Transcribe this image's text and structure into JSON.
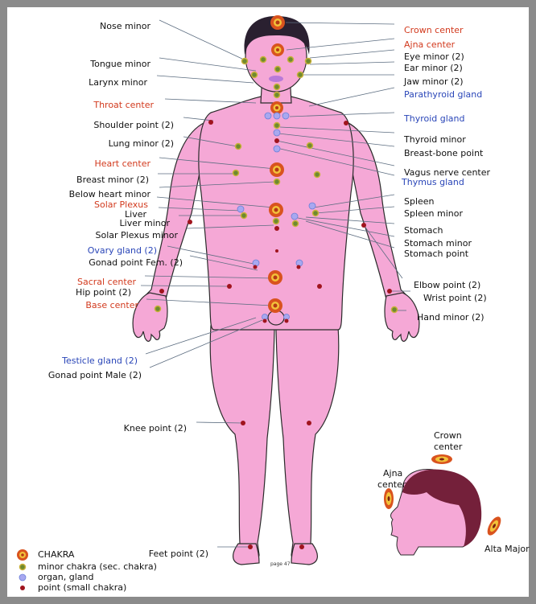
{
  "labels_left": [
    {
      "key": "nose_minor",
      "text": "Nose minor",
      "color": "black"
    },
    {
      "key": "tongue_minor",
      "text": "Tongue minor",
      "color": "black"
    },
    {
      "key": "larynx_minor",
      "text": "Larynx minor",
      "color": "black"
    },
    {
      "key": "throat_center",
      "text": "Throat center",
      "color": "red"
    },
    {
      "key": "shoulder_point",
      "text": "Shoulder point (2)",
      "color": "black"
    },
    {
      "key": "lung_minor",
      "text": "Lung minor (2)",
      "color": "black"
    },
    {
      "key": "heart_center",
      "text": "Heart center",
      "color": "red"
    },
    {
      "key": "breast_minor",
      "text": "Breast minor (2)",
      "color": "black"
    },
    {
      "key": "below_heart_minor",
      "text": "Below heart minor",
      "color": "black"
    },
    {
      "key": "solar_plexus",
      "text": "Solar Plexus",
      "color": "red"
    },
    {
      "key": "liver",
      "text": "Liver",
      "color": "black"
    },
    {
      "key": "liver_minor",
      "text": "Liver minor",
      "color": "black"
    },
    {
      "key": "solar_plexus_minor",
      "text": "Solar Plexus minor",
      "color": "black"
    },
    {
      "key": "ovary_gland",
      "text": "Ovary gland (2)",
      "color": "blue"
    },
    {
      "key": "gonad_point_fem",
      "text": "Gonad point Fem. (2)",
      "color": "black"
    },
    {
      "key": "sacral_center",
      "text": "Sacral center",
      "color": "red"
    },
    {
      "key": "hip_point",
      "text": "Hip point (2)",
      "color": "black"
    },
    {
      "key": "base_center",
      "text": "Base center",
      "color": "red"
    },
    {
      "key": "testicle_gland",
      "text": "Testicle gland (2)",
      "color": "blue"
    },
    {
      "key": "gonad_point_male",
      "text": "Gonad point Male (2)",
      "color": "black"
    },
    {
      "key": "knee_point",
      "text": "Knee point (2)",
      "color": "black"
    },
    {
      "key": "feet_point",
      "text": "Feet point (2)",
      "color": "black"
    }
  ],
  "labels_right": [
    {
      "key": "crown_center",
      "text": "Crown center",
      "color": "red"
    },
    {
      "key": "ajna_center",
      "text": "Ajna center",
      "color": "red"
    },
    {
      "key": "eye_minor",
      "text": "Eye minor (2)",
      "color": "black"
    },
    {
      "key": "ear_minor",
      "text": "Ear minor (2)",
      "color": "black"
    },
    {
      "key": "jaw_minor",
      "text": "Jaw minor (2)",
      "color": "black"
    },
    {
      "key": "parathyroid_gland",
      "text": "Parathyroid gland",
      "color": "blue"
    },
    {
      "key": "thyroid_gland",
      "text": "Thyroid gland",
      "color": "blue"
    },
    {
      "key": "thyroid_minor",
      "text": "Thyroid minor",
      "color": "black"
    },
    {
      "key": "breast_bone_point",
      "text": "Breast-bone point",
      "color": "black"
    },
    {
      "key": "vagus_nerve_center",
      "text": "Vagus nerve center",
      "color": "black"
    },
    {
      "key": "thymus_gland",
      "text": "Thymus gland",
      "color": "blue"
    },
    {
      "key": "spleen",
      "text": "Spleen",
      "color": "black"
    },
    {
      "key": "spleen_minor",
      "text": "Spleen minor",
      "color": "black"
    },
    {
      "key": "stomach",
      "text": "Stomach",
      "color": "black"
    },
    {
      "key": "stomach_minor",
      "text": "Stomach minor",
      "color": "black"
    },
    {
      "key": "stomach_point",
      "text": "Stomach point",
      "color": "black"
    },
    {
      "key": "elbow_point",
      "text": "Elbow point (2)",
      "color": "black"
    },
    {
      "key": "wrist_point",
      "text": "Wrist point (2)",
      "color": "black"
    },
    {
      "key": "hand_minor",
      "text": "Hand minor (2)",
      "color": "black"
    }
  ],
  "inset": {
    "crown_line1": "Crown",
    "crown_line2": "center",
    "ajna_line1": "Ajna",
    "ajna_line2": "center",
    "alta_major": "Alta Major"
  },
  "legend": {
    "chakra": "CHAKRA",
    "minor": "minor chakra (sec. chakra)",
    "organ": "organ, gland",
    "point": "point (small chakra)"
  },
  "page_label": "page 47",
  "colors": {
    "skin": "#f5a8d6",
    "skin_outline": "#2b2b2b",
    "hair": "#2a2030",
    "chakra_outer": "#d9531e",
    "chakra_ring": "#f2c23a",
    "minor_fill": "#6f8a2e",
    "organ_fill": "#a8a8f0",
    "point_fill": "#a0141e",
    "line_blue": "#6a7fd8",
    "line_gray": "#5c6d80",
    "label_red": "#d23a1e",
    "label_blue": "#2a46b8"
  }
}
